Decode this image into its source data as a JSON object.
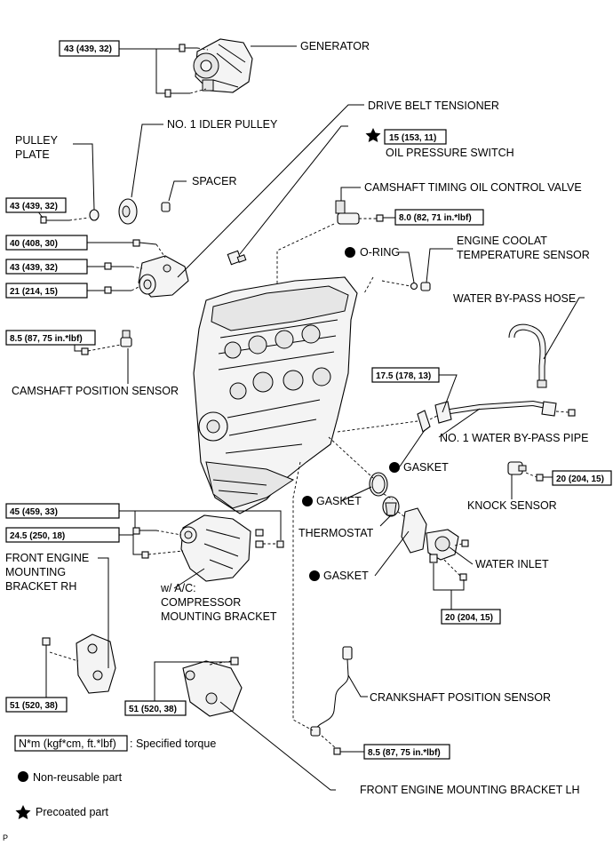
{
  "labels": {
    "generator": "GENERATOR",
    "drive_belt_tensioner": "DRIVE BELT TENSIONER",
    "idler_pulley": "NO. 1 IDLER PULLEY",
    "pulley_plate_1": "PULLEY",
    "pulley_plate_2": "PLATE",
    "spacer": "SPACER",
    "oil_pressure_switch": "OIL PRESSURE SWITCH",
    "camshaft_timing_valve": "CAMSHAFT TIMING OIL CONTROL VALVE",
    "o_ring": "O-RING",
    "ect_sensor_1": "ENGINE COOLAT",
    "ect_sensor_2": "TEMPERATURE SENSOR",
    "water_bypass_hose": "WATER BY-PASS HOSE",
    "camshaft_position_sensor": "CAMSHAFT POSITION SENSOR",
    "water_bypass_pipe": "NO. 1 WATER BY-PASS PIPE",
    "gasket_right": "GASKET",
    "gasket_left": "GASKET",
    "knock_sensor": "KNOCK SENSOR",
    "thermostat": "THERMOSTAT",
    "gasket_lower": "GASKET",
    "water_inlet": "WATER INLET",
    "front_bracket_rh_1": "FRONT ENGINE",
    "front_bracket_rh_2": "MOUNTING",
    "front_bracket_rh_3": "BRACKET RH",
    "compressor_bracket_1": "w/ A/C:",
    "compressor_bracket_2": "COMPRESSOR",
    "compressor_bracket_3": "MOUNTING BRACKET",
    "crankshaft_position_sensor": "CRANKSHAFT POSITION SENSOR",
    "front_bracket_lh": "FRONT ENGINE MOUNTING BRACKET LH",
    "page_marker": "P"
  },
  "torques": {
    "generator": "43 (439, 32)",
    "oil_pressure_switch": "15 (153, 11)",
    "pulley_plate": "43 (439, 32)",
    "ocv": "8.0  (82, 71 in.*lbf)",
    "tensioner_40": "40 (408, 30)",
    "tensioner_43": "43 (439, 32)",
    "tensioner_21": "21 (214, 15)",
    "cam_sensor": "8.5 (87, 75 in.*lbf)",
    "bypass_pipe": "17.5 (178, 13)",
    "knock_sensor": "20 (204, 15)",
    "compressor_45": "45 (459, 33)",
    "compressor_24": "24.5 (250, 18)",
    "water_inlet": "20 (204, 15)",
    "bracket_rh": "51 (520, 38)",
    "bracket_lh": "51 (520, 38)",
    "crank_sensor": "8.5  (87, 75 in.*lbf)"
  },
  "legend": {
    "torque_box": "N*m (kgf*cm, ft.*lbf)",
    "torque_text": ": Specified torque",
    "non_reusable": "Non-reusable part",
    "precoated": "Precoated part"
  }
}
